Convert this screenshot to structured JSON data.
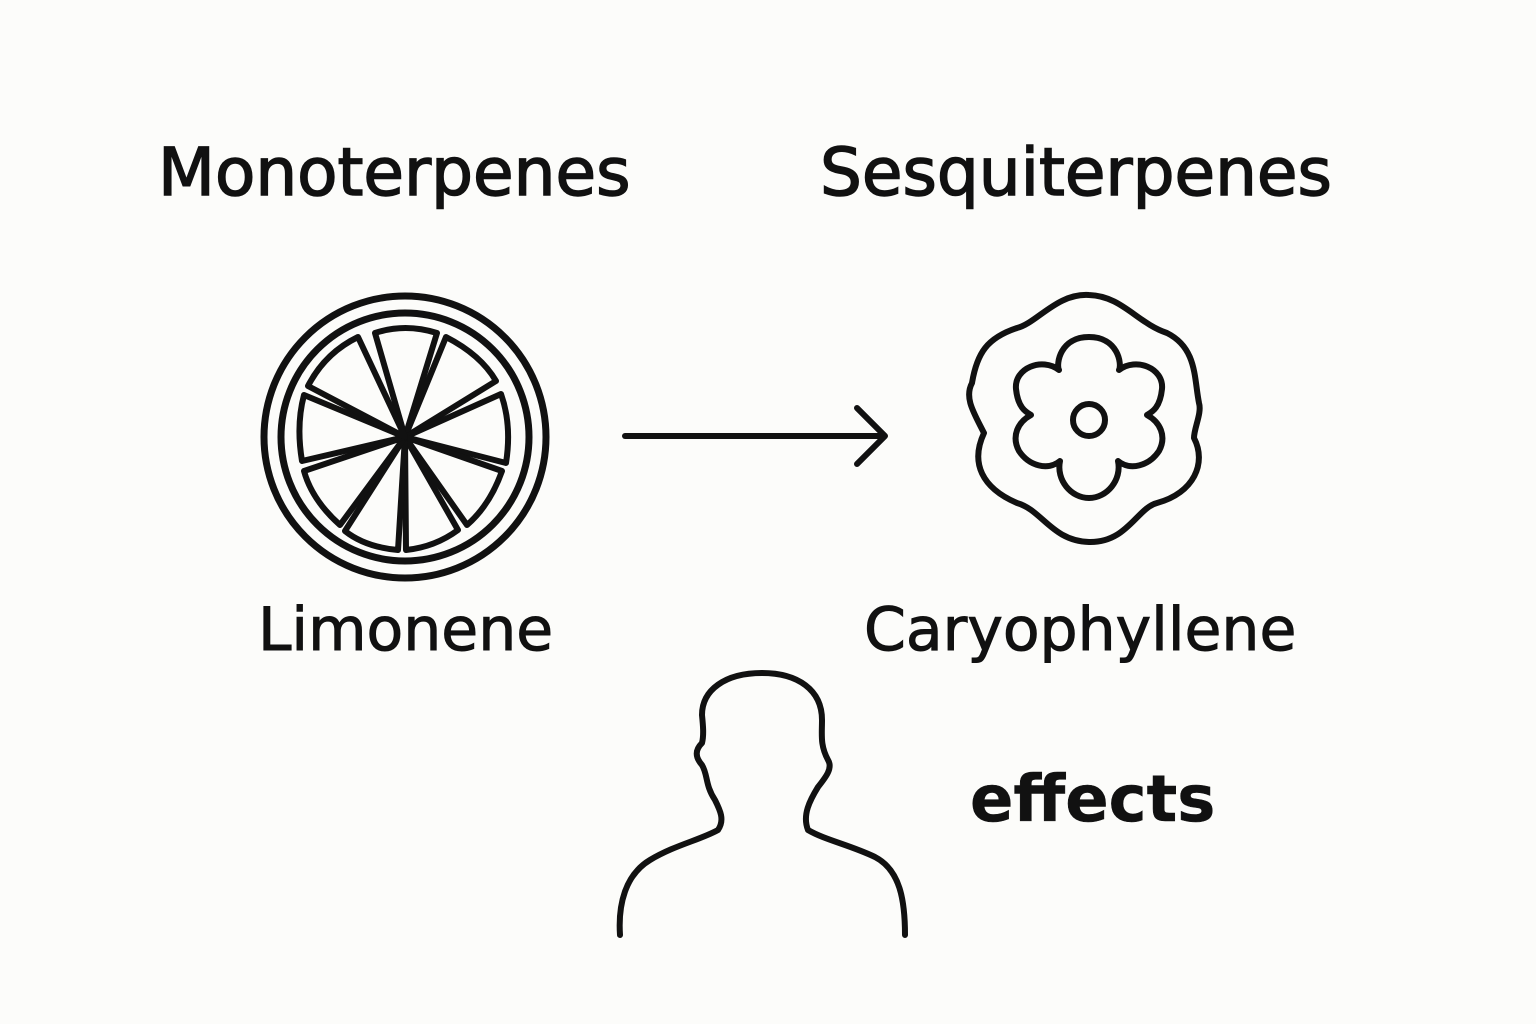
{
  "labels": {
    "monoterpenes": "Monoterpenes",
    "sesquiterpenes": "Sesquiterpenes",
    "limonene": "Limonene",
    "caryophyllene": "Caryophyllene",
    "effects": "effects"
  },
  "icons": {
    "citrus": "citrus-slice-icon",
    "flower": "flower-icon",
    "arrow": "arrow-right-icon",
    "person": "person-silhouette-icon"
  },
  "colors": {
    "background": "#fcfcfa",
    "ink": "#111111"
  }
}
